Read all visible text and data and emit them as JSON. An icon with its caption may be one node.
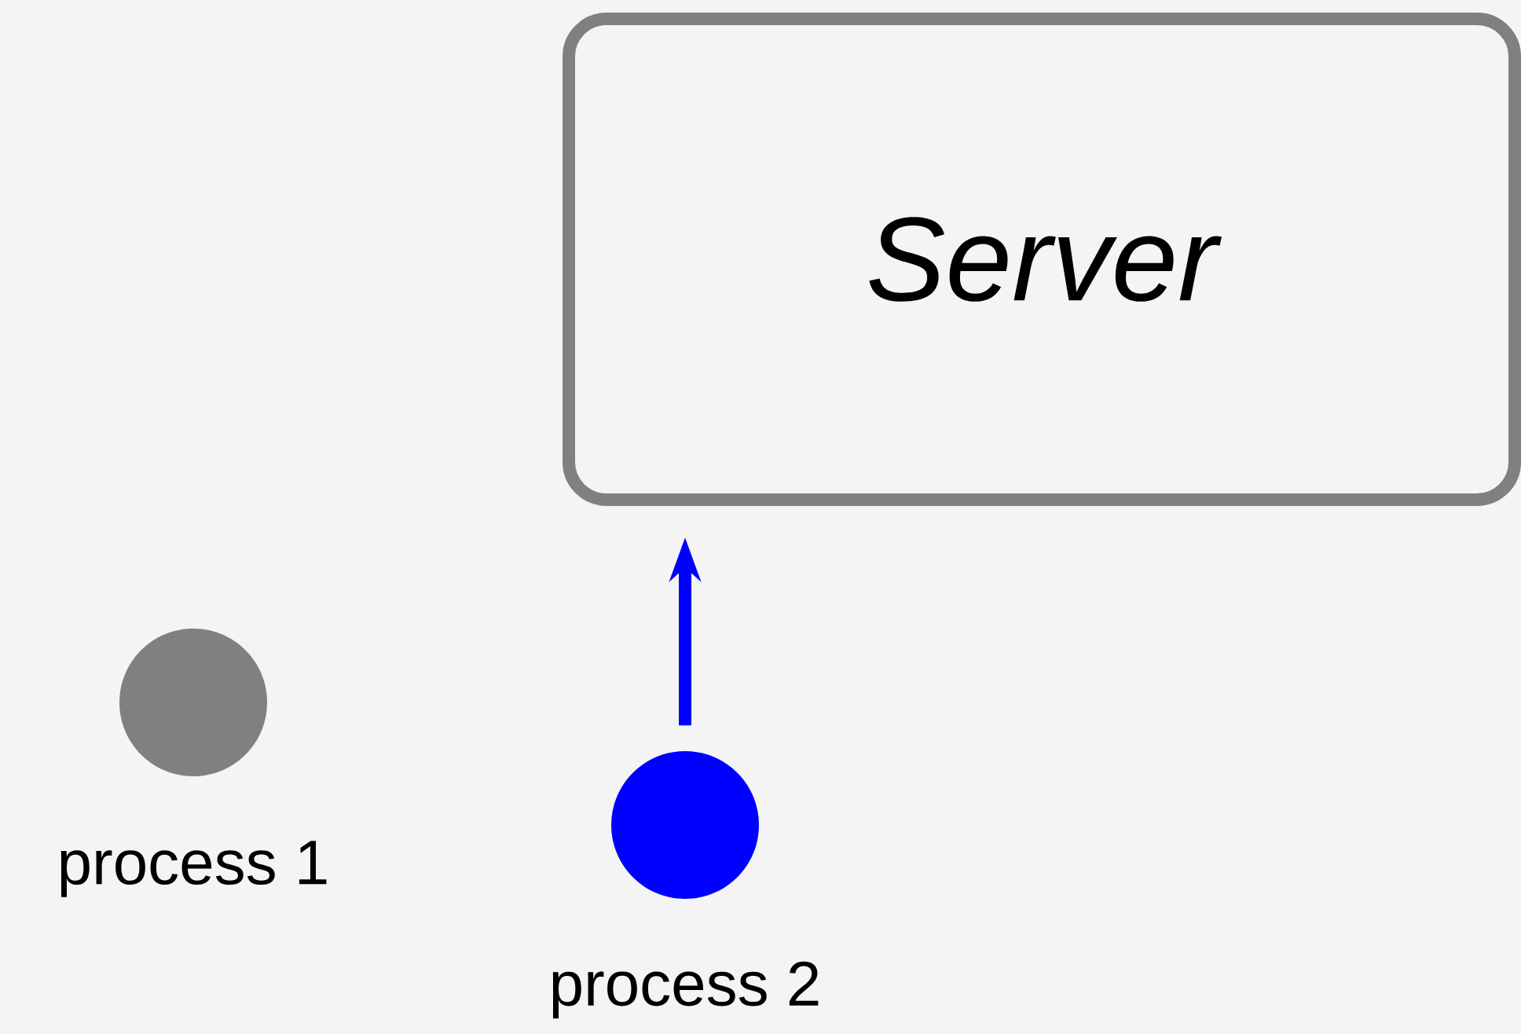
{
  "diagram": {
    "nodes": [
      {
        "text": [
          "Server"
        ]
      },
      {
        "text": [],
        "shape": "circle",
        "beside": [
          "process 1"
        ]
      },
      {
        "text": [],
        "shape": "circle",
        "beside": [
          "process 2"
        ]
      }
    ],
    "edges": [
      {
        "from": 2,
        "to": 0,
        "arrow": "to",
        "color": "#0000ff"
      }
    ]
  }
}
